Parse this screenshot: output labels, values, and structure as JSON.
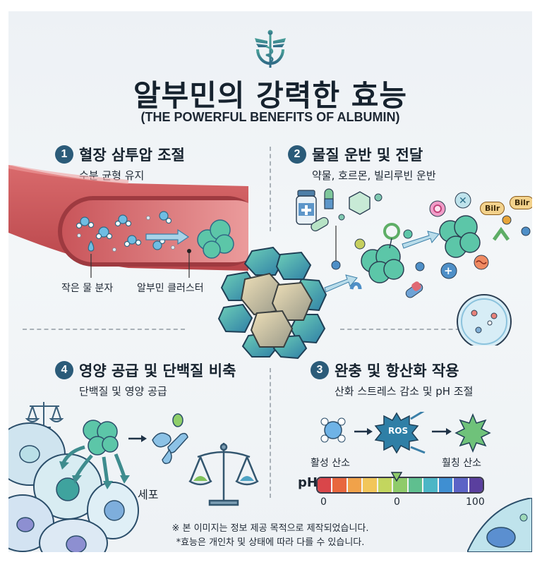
{
  "header": {
    "logo_icon": "caduceus-icon",
    "title": "알부민의 강력한 효능",
    "subtitle": "(THE POWERFUL BENEFITS OF ALBUMIN)"
  },
  "sections": [
    {
      "number": "1",
      "title": "혈장 삼투압 조절",
      "subtitle": "수분 균형 유지",
      "labels": {
        "water": "작은 물 분자",
        "cluster": "알부민 클러스터"
      },
      "illustration": "blood-vessel-illustration"
    },
    {
      "number": "2",
      "title": "물질 운반 및 전달",
      "subtitle": "약물, 호르몬, 빌리루빈 운반",
      "tags": [
        "Bilr",
        "Bilr"
      ],
      "illustration": "transport-molecule-illustration"
    },
    {
      "number": "3",
      "title": "완충 및 항산화 작용",
      "subtitle": "산화 스트레스 감소 및 pH 조절",
      "labels": {
        "left": "활성 산소",
        "center": "ROS",
        "right": "훨칭 산소"
      },
      "ph": {
        "label": "pH",
        "ticks": [
          "0",
          "0",
          "100"
        ],
        "colors": [
          "#d9464a",
          "#e8673e",
          "#f0a24a",
          "#f2c65a",
          "#c3d65e",
          "#8fcb6a",
          "#5fbf8f",
          "#4cb6c6",
          "#3f8fd2",
          "#5c63c6",
          "#5a3f9e"
        ],
        "pointer_index": 5
      }
    },
    {
      "number": "4",
      "title": "영양 공급 및 단백질 비축",
      "subtitle": "단백질 및 영양 공급",
      "labels": {
        "cell": "세포"
      },
      "illustration": "cell-nutrition-illustration"
    }
  ],
  "center_icon": "albumin-crystal-icon",
  "footer": {
    "line1": "※ 본 이미지는 정보 제공 목적으로 제작되었습니다.",
    "line2": "*효능은 개인차 및 상태에 따라 다를 수 있습니다."
  }
}
